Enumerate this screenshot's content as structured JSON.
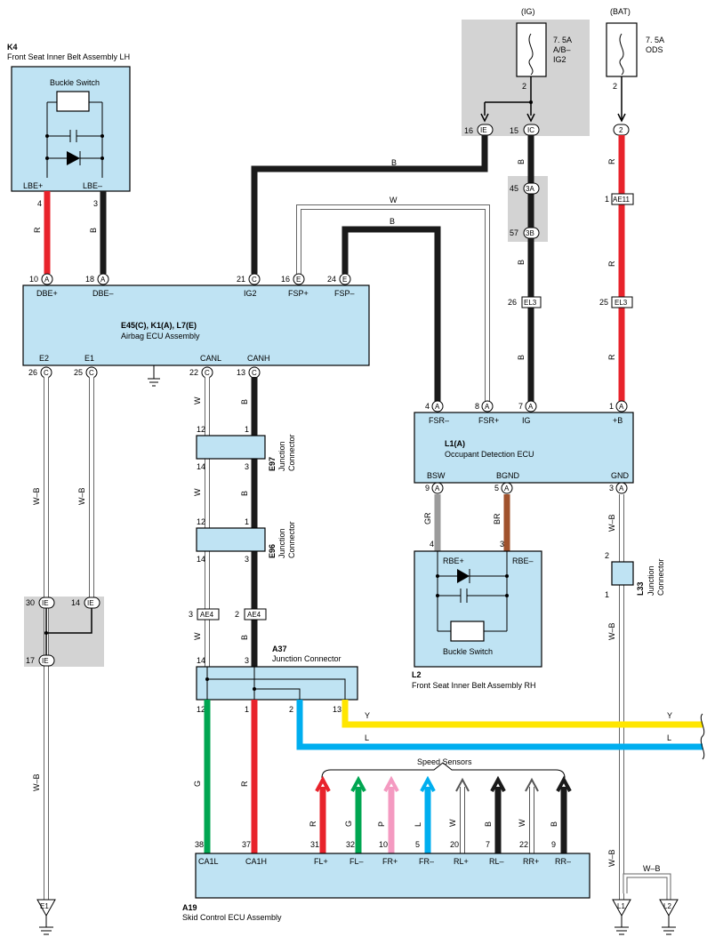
{
  "colors": {
    "R": "#e8232b",
    "B": "#1a1a1a",
    "W": "#ffffff",
    "G": "#00a651",
    "P": "#f49ac1",
    "L": "#00aeef",
    "Y": "#ffe600",
    "GR": "#9b9b9b",
    "BR": "#a0522d",
    "module": "#bfe3f3",
    "shade": "#d3d3d3"
  },
  "k4": {
    "code": "K4",
    "name": "Front Seat Inner Belt Assembly LH",
    "switch": "Buckle Switch",
    "pin_plus": "LBE+",
    "pin_minus": "LBE–",
    "pin4": "4",
    "pin3": "3"
  },
  "ig_fuse": {
    "source": "(IG)",
    "rating": "7. 5A",
    "name1": "A/B–",
    "name2": "IG2",
    "pin": "2"
  },
  "bat_fuse": {
    "source": "(BAT)",
    "rating": "7. 5A",
    "name": "ODS",
    "pin": "2"
  },
  "ie_top": {
    "pin16": "16",
    "pin15": "15",
    "conn1": "IE",
    "conn2": "IC"
  },
  "pins": {
    "p45": "45",
    "c3a": "3A",
    "p57": "57",
    "c3b": "3B",
    "p26": "26",
    "p25": "25",
    "el3": "EL3",
    "p1": "1",
    "ae11": "AE11",
    "p2": "2"
  },
  "ecu": {
    "code": "E45(C), K1(A), L7(E)",
    "name": "Airbag ECU Assembly",
    "top_pins": [
      {
        "num": "10",
        "conn": "A",
        "label": "DBE+"
      },
      {
        "num": "18",
        "conn": "A",
        "label": "DBE–"
      },
      {
        "num": "21",
        "conn": "C",
        "label": "IG2"
      },
      {
        "num": "16",
        "conn": "E",
        "label": "FSP+"
      },
      {
        "num": "24",
        "conn": "E",
        "label": "FSP–"
      }
    ],
    "bottom_pins": [
      {
        "num": "26",
        "conn": "C",
        "label": "E2"
      },
      {
        "num": "25",
        "conn": "C",
        "label": "E1"
      },
      {
        "num": "22",
        "conn": "C",
        "label": "CANL"
      },
      {
        "num": "13",
        "conn": "C",
        "label": "CANH"
      }
    ]
  },
  "ods": {
    "code": "L1(A)",
    "name": "Occupant Detection ECU",
    "top_pins": [
      {
        "num": "4",
        "conn": "A",
        "label": "FSR–"
      },
      {
        "num": "8",
        "conn": "A",
        "label": "FSR+"
      },
      {
        "num": "7",
        "conn": "A",
        "label": "IG"
      },
      {
        "num": "1",
        "conn": "A",
        "label": "+B"
      }
    ],
    "bottom_pins": [
      {
        "num": "9",
        "conn": "A",
        "label": "BSW"
      },
      {
        "num": "5",
        "conn": "A",
        "label": "BGND"
      },
      {
        "num": "3",
        "conn": "A",
        "label": "GND"
      }
    ]
  },
  "l2": {
    "code": "L2",
    "name": "Front Seat Inner Belt Assembly RH",
    "switch": "Buckle Switch",
    "pin_plus": "RBE+",
    "pin_minus": "RBE–",
    "pin4": "4",
    "pin3": "3"
  },
  "e97": {
    "code": "E97",
    "name1": "Junction",
    "name2": "Connector",
    "p12": "12",
    "p1": "1",
    "p14": "14",
    "p3": "3"
  },
  "e96": {
    "code": "E96",
    "name1": "Junction",
    "name2": "Connector",
    "p12": "12",
    "p1": "1",
    "p14": "14",
    "p3": "3"
  },
  "ae4": {
    "p3": "3",
    "p2": "2",
    "conn": "AE4"
  },
  "a37": {
    "code": "A37",
    "name": "Junction Connector",
    "p14": "14",
    "p3": "3",
    "p12": "12",
    "p1": "1",
    "p2": "2",
    "p13": "13"
  },
  "l33": {
    "code": "L33",
    "name1": "Junction",
    "name2": "Connector",
    "p2": "2",
    "p1": "1"
  },
  "ie_left": {
    "p30": "30",
    "p14": "14",
    "p17": "17",
    "conn": "IE"
  },
  "a19": {
    "code": "A19",
    "name": "Skid Control ECU Assembly",
    "sensors_title": "Speed Sensors",
    "pins": [
      {
        "num": "38",
        "label": "CA1L"
      },
      {
        "num": "37",
        "label": "CA1H"
      },
      {
        "num": "31",
        "label": "FL+",
        "wire": "R"
      },
      {
        "num": "32",
        "label": "FL–",
        "wire": "G"
      },
      {
        "num": "10",
        "label": "FR+",
        "wire": "P"
      },
      {
        "num": "5",
        "label": "FR–",
        "wire": "L"
      },
      {
        "num": "20",
        "label": "RL+",
        "wire": "W"
      },
      {
        "num": "7",
        "label": "RL–",
        "wire": "B"
      },
      {
        "num": "22",
        "label": "RR+",
        "wire": "W"
      },
      {
        "num": "9",
        "label": "RR–",
        "wire": "B"
      }
    ]
  },
  "grounds": {
    "e1": "E1",
    "l1": "L1",
    "l2": "L2"
  },
  "wires": {
    "R": "R",
    "B": "B",
    "W": "W",
    "WB": "W–B",
    "G": "G",
    "GR": "GR",
    "BR": "BR",
    "Y": "Y",
    "L": "L"
  }
}
